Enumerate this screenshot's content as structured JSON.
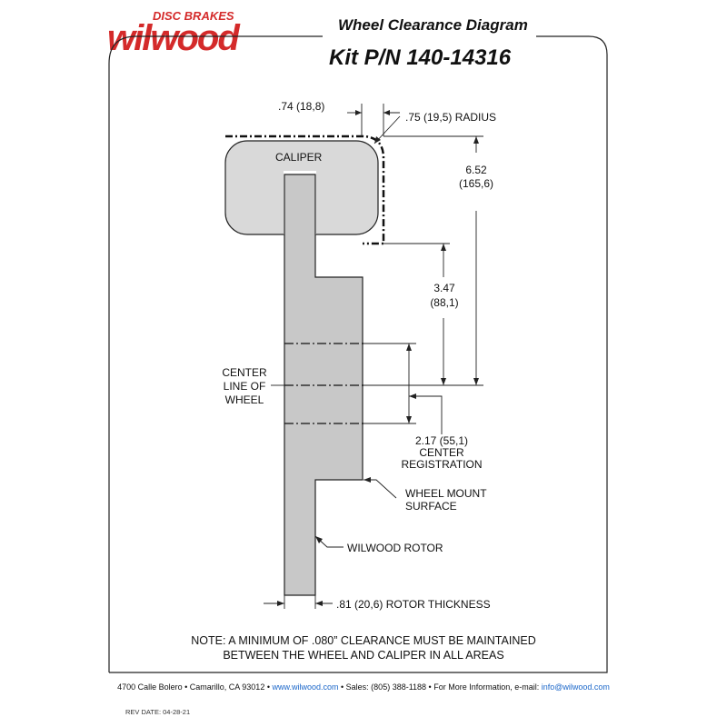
{
  "brand": {
    "name": "wilwood",
    "tagline": "DISC BRAKES",
    "color": "#d42a2a"
  },
  "title": "Wheel Clearance Diagram",
  "kit": "Kit P/N 140-14316",
  "labels": {
    "caliper": "CALIPER",
    "top_offset": ".74 (18,8)",
    "radius": ".75 (19,5) RADIUS",
    "height_in": "6.52",
    "height_mm": "(165,6)",
    "mid_in": "3.47",
    "mid_mm": "(88,1)",
    "centerline_1": "CENTER",
    "centerline_2": "LINE OF",
    "centerline_3": "WHEEL",
    "reg_1": "2.17 (55,1)",
    "reg_2": "CENTER",
    "reg_3": "REGISTRATION",
    "mount_1": "WHEEL MOUNT",
    "mount_2": "SURFACE",
    "rotor": "WILWOOD ROTOR",
    "thickness": ".81 (20,6) ROTOR THICKNESS"
  },
  "note": {
    "line1": "NOTE: A MINIMUM OF .080” CLEARANCE MUST BE MAINTAINED",
    "line2": "BETWEEN THE WHEEL AND CALIPER IN ALL AREAS"
  },
  "footer": {
    "address": "4700 Calle Bolero • Camarillo, CA 93012 • ",
    "website": "www.wilwood.com",
    "sales": " • Sales: (805) 388-1188 • For More Information, e-mail: ",
    "email": "info@wilwood.com"
  },
  "rev_date": "REV DATE:   04-28-21",
  "colors": {
    "part_fill": "#c8c8c8",
    "caliper_fill": "#d9d9d9",
    "link": "#1a66c9"
  }
}
